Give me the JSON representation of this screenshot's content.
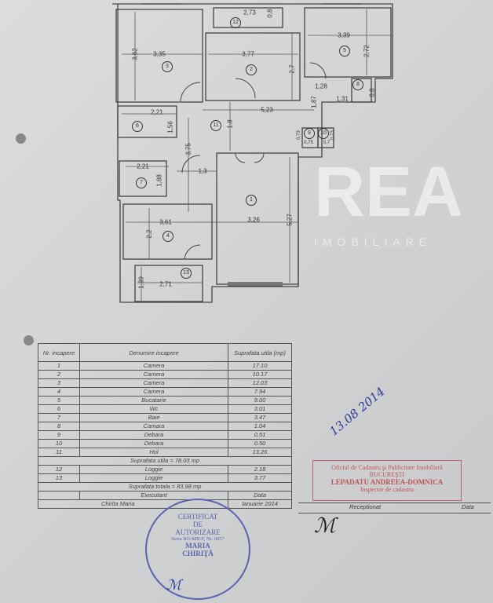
{
  "plan": {
    "rooms": [
      "1",
      "2",
      "3",
      "4",
      "5",
      "6",
      "7",
      "8",
      "9",
      "10",
      "11",
      "12",
      "13"
    ],
    "dims": [
      "3,35",
      "3,62",
      "2,73",
      "0,8",
      "3,77",
      "2,7",
      "3,39",
      "2,72",
      "1,28",
      "1,31",
      "0,8",
      "5,23",
      "1,8",
      "1,87",
      "2,21",
      "1,56",
      "3,75",
      "0,75",
      "0,7",
      "0,73",
      "0,73",
      "2,21",
      "1,88",
      "1,3",
      "3,26",
      "5,27",
      "3,61",
      "2,2",
      "2,71",
      "1,39"
    ]
  },
  "watermark": {
    "logo": "REA",
    "sub": "IMOBILIARE"
  },
  "table": {
    "header": {
      "nr": "Nr. incapere",
      "name": "Denumire incapere",
      "area": "Suprafata utila (mp)"
    },
    "rows": [
      {
        "nr": "1",
        "name": "Camera",
        "area": "17.10"
      },
      {
        "nr": "2",
        "name": "Camera",
        "area": "10.17"
      },
      {
        "nr": "3",
        "name": "Camera",
        "area": "12.03"
      },
      {
        "nr": "4",
        "name": "Camera",
        "area": "7.94"
      },
      {
        "nr": "5",
        "name": "Bucatarie",
        "area": "9.00"
      },
      {
        "nr": "6",
        "name": "Wc",
        "area": "3.01"
      },
      {
        "nr": "7",
        "name": "Baie",
        "area": "3.47"
      },
      {
        "nr": "8",
        "name": "Camara",
        "area": "1.04"
      },
      {
        "nr": "9",
        "name": "Debara",
        "area": "0.51"
      },
      {
        "nr": "10",
        "name": "Debara",
        "area": "0.50"
      },
      {
        "nr": "11",
        "name": "Hol",
        "area": "13.26"
      }
    ],
    "subtotal": "Suprafata utila = 78.03 mp",
    "loggias": [
      {
        "nr": "12",
        "name": "Loggie",
        "area": "2.18"
      },
      {
        "nr": "13",
        "name": "Loggie",
        "area": "3.77"
      }
    ],
    "total": "Suprafata totala = 83.98 mp",
    "executant": "Executant",
    "data_label": "Data",
    "executant_name": "Chirita Maria",
    "date": "Ianuarie 2014"
  },
  "ocpi": {
    "line1": "Oficiul de Cadastru şi Publicitate Imobiliară",
    "line2": "BUCUREŞTI",
    "line3": "LEPADATU ANDREEA-DOMNICA",
    "line4": "Inspector de cadastru",
    "receptionat": "Receptionat",
    "data": "Data"
  },
  "seal": {
    "l1": "CERTIFICAT",
    "l2": "DE",
    "l3": "AUTORIZARE",
    "l4": "Seria RO-MB-F, Nr. 0057",
    "l5": "MARIA",
    "l6": "CHIRIŢĂ"
  },
  "handwritten": {
    "date": "13.08 2014"
  }
}
